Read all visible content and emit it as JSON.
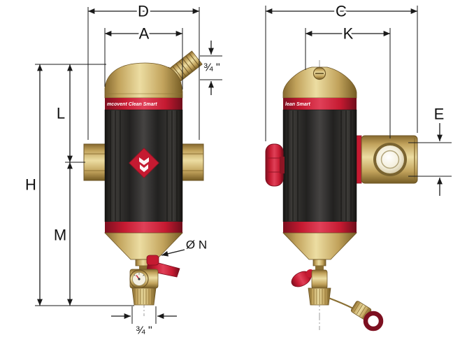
{
  "dimensions": {
    "D": "D",
    "A": "A",
    "C": "C",
    "K": "K",
    "H": "H",
    "L": "L",
    "M": "M",
    "E": "E",
    "N": "Ø N",
    "thread_top": "¾ \"",
    "thread_bottom": "¾ \""
  },
  "view": {
    "front": {
      "brand_label": "mcovent Clean Smart"
    },
    "side": {
      "brand_label": "lean Smart"
    }
  },
  "colors": {
    "background": "#ffffff",
    "line": "#1a1a1a",
    "brass": "#c9ad66",
    "brass_light": "#ecdda2",
    "brass_dark": "#7c6227",
    "body_dark": "#2e2c2a",
    "red": "#c51a31",
    "red_dark": "#7d0f1f"
  }
}
